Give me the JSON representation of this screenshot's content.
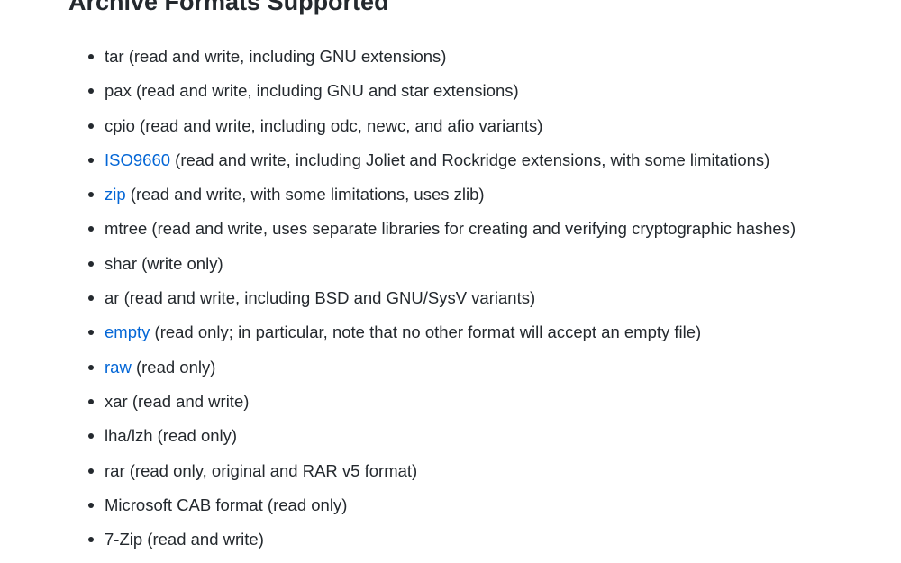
{
  "section": {
    "title": "Archive Formats Supported"
  },
  "formats": [
    {
      "name": "tar",
      "linked": false,
      "desc": " (read and write, including GNU extensions)"
    },
    {
      "name": "pax",
      "linked": false,
      "desc": " (read and write, including GNU and star extensions)"
    },
    {
      "name": "cpio",
      "linked": false,
      "desc": " (read and write, including odc, newc, and afio variants)"
    },
    {
      "name": "ISO9660",
      "linked": true,
      "desc": " (read and write, including Joliet and Rockridge extensions, with some limitations)"
    },
    {
      "name": "zip",
      "linked": true,
      "desc": " (read and write, with some limitations, uses zlib)"
    },
    {
      "name": "mtree",
      "linked": false,
      "desc": " (read and write, uses separate libraries for creating and verifying cryptographic hashes)"
    },
    {
      "name": "shar",
      "linked": false,
      "desc": " (write only)"
    },
    {
      "name": "ar",
      "linked": false,
      "desc": " (read and write, including BSD and GNU/SysV variants)"
    },
    {
      "name": "empty",
      "linked": true,
      "desc": " (read only; in particular, note that no other format will accept an empty file)"
    },
    {
      "name": "raw",
      "linked": true,
      "desc": " (read only)"
    },
    {
      "name": "xar",
      "linked": false,
      "desc": " (read and write)"
    },
    {
      "name": "lha/lzh",
      "linked": false,
      "desc": " (read only)"
    },
    {
      "name": "rar",
      "linked": false,
      "desc": " (read only, original and RAR v5 format)"
    },
    {
      "name": "Microsoft CAB format",
      "linked": false,
      "desc": " (read only)"
    },
    {
      "name": "7-Zip",
      "linked": false,
      "desc": " (read and write)"
    }
  ],
  "colors": {
    "text": "#24292e",
    "link": "#0366d6",
    "rule": "#e6e8eb"
  }
}
